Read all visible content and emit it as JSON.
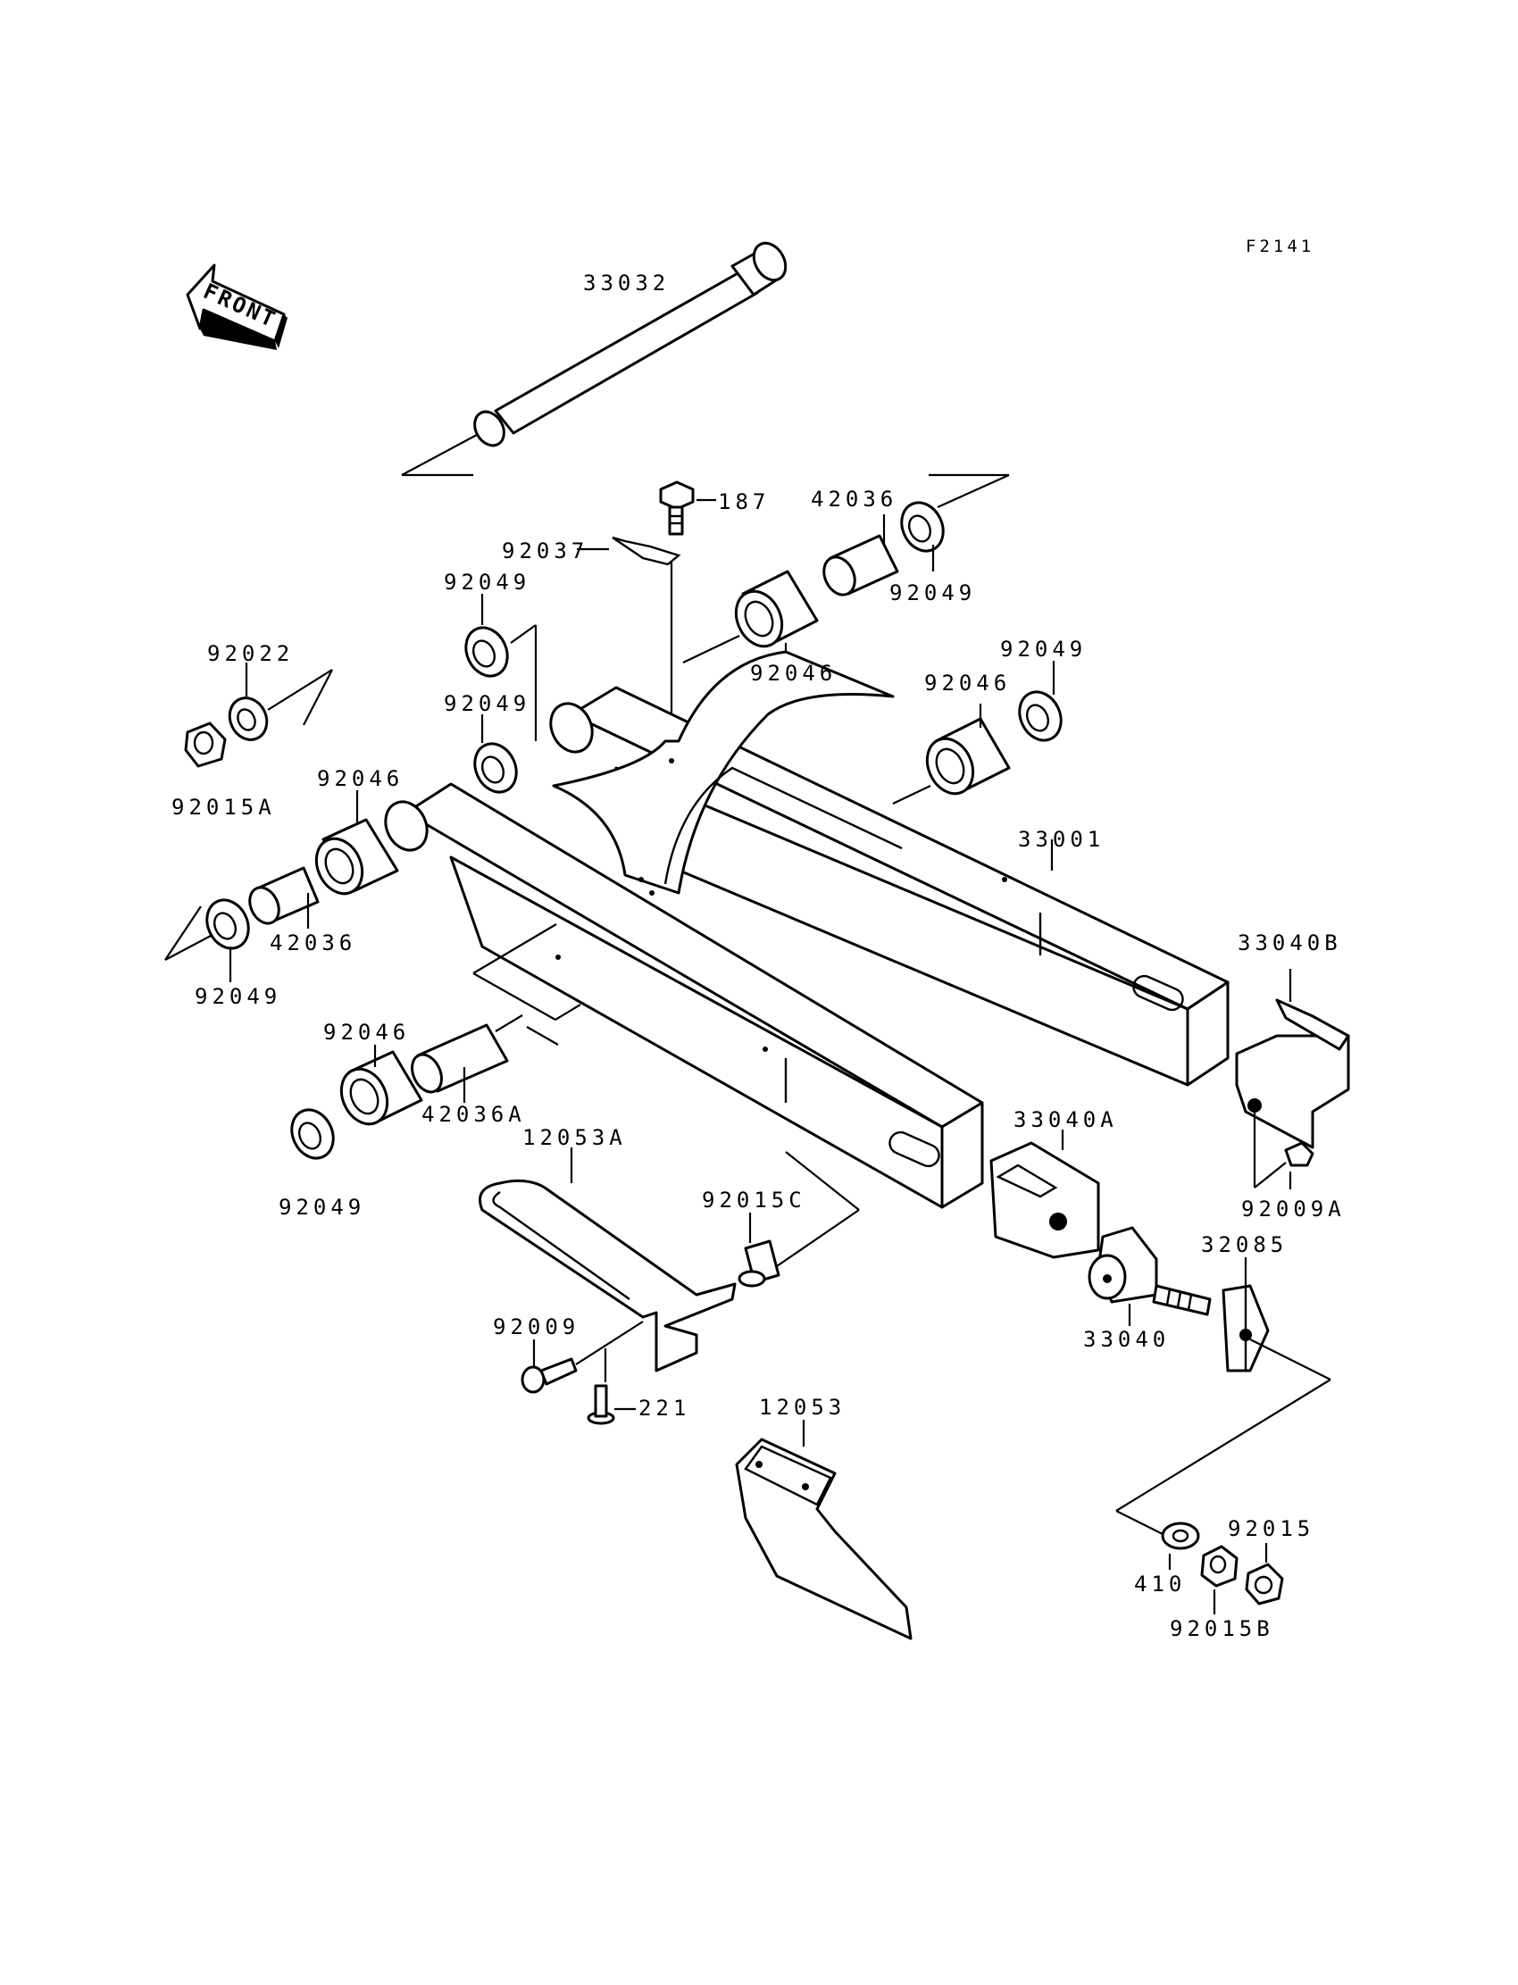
{
  "figure_code": "F2141",
  "front_arrow_text": "FRONT",
  "labels": [
    {
      "id": "33032",
      "text": "33032"
    },
    {
      "id": "187",
      "text": "187"
    },
    {
      "id": "42036-top",
      "text": "42036"
    },
    {
      "id": "92037",
      "text": "92037"
    },
    {
      "id": "92049-top-right",
      "text": "92049"
    },
    {
      "id": "92049-upper-left",
      "text": "92049"
    },
    {
      "id": "92046-top",
      "text": "92046"
    },
    {
      "id": "92022",
      "text": "92022"
    },
    {
      "id": "92049-right",
      "text": "92049"
    },
    {
      "id": "92046-right",
      "text": "92046"
    },
    {
      "id": "92049-mid",
      "text": "92049"
    },
    {
      "id": "92015A",
      "text": "92015A"
    },
    {
      "id": "92046-left",
      "text": "92046"
    },
    {
      "id": "33001",
      "text": "33001"
    },
    {
      "id": "42036-left",
      "text": "42036"
    },
    {
      "id": "92049-left",
      "text": "92049"
    },
    {
      "id": "33040B",
      "text": "33040B"
    },
    {
      "id": "92046-lower",
      "text": "92046"
    },
    {
      "id": "42036A",
      "text": "42036A"
    },
    {
      "id": "33040A",
      "text": "33040A"
    },
    {
      "id": "12053A",
      "text": "12053A"
    },
    {
      "id": "92015C",
      "text": "92015C"
    },
    {
      "id": "92049-lower",
      "text": "92049"
    },
    {
      "id": "92009A",
      "text": "92009A"
    },
    {
      "id": "32085",
      "text": "32085"
    },
    {
      "id": "92009",
      "text": "92009"
    },
    {
      "id": "33040",
      "text": "33040"
    },
    {
      "id": "221",
      "text": "221"
    },
    {
      "id": "12053",
      "text": "12053"
    },
    {
      "id": "92015",
      "text": "92015"
    },
    {
      "id": "410",
      "text": "410"
    },
    {
      "id": "92015B",
      "text": "92015B"
    }
  ]
}
